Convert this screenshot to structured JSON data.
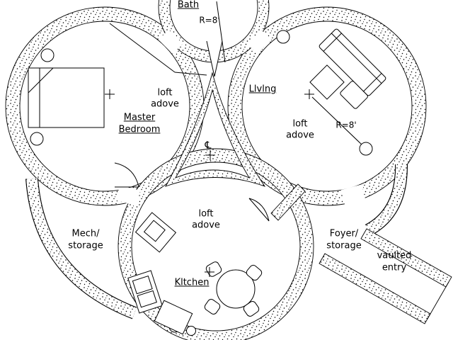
{
  "drawing": {
    "type": "floor-plan",
    "background": "#ffffff",
    "ink": "#000000"
  },
  "labels": {
    "bath": "Bath",
    "radius_bath": "R=8'",
    "master_line1": "Master",
    "master_line2": "Bedroom",
    "living": "Llvlng",
    "radius_living": "R=8'",
    "loft_line1": "loft",
    "loft_line2": "adove",
    "mech_line1": "Mech/",
    "mech_line2": "storage",
    "foyer_line1": "Foyer/",
    "foyer_line2": "storage",
    "entry_line1": "vaulted",
    "entry_line2": "entry",
    "kitchen": "Kltchen",
    "centerline_symbol": "℄"
  }
}
